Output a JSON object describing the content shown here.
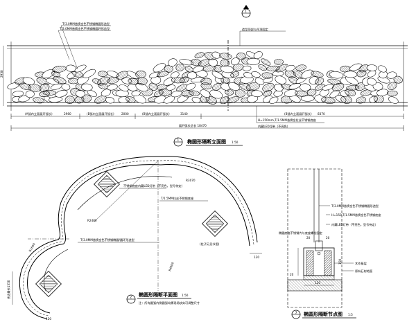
{
  "elevation": {
    "notes": [
      "T/3.0MM香槟金色不锈钢椭圆形造型",
      "T/3.0MM香槟金色不锈钢椭圆环形造型",
      "造型顶部与吊顶固定"
    ],
    "height_dim": "2930",
    "segments": [
      {
        "label": "(A弧内立面展开弧长)",
        "value": "2960"
      },
      {
        "label": "(B弧内立面展开弧长)",
        "value": "2000"
      },
      {
        "label": "(B弧内立面展开弧长)",
        "value": "3140"
      },
      {
        "label": "(B弧内立面展开弧长)",
        "value": "8370"
      }
    ],
    "total": "展开弧长总长 18470",
    "base_note": "H=150mm,T/1.5MM香槟金拉丝不锈钢底座",
    "led_note": "内藏LED灯带（不亮色）",
    "title": "椭圆形隔断立面图",
    "scale": "1:50",
    "mark": "1"
  },
  "plan": {
    "labels": [
      "不锈钢底座内藏LED灯带（不亮色，型号待定）",
      "T/1.5MM拉丝不锈钢底座",
      "T/3.0MM香槟金色不锈钢椭圆/圆环形造型",
      "(柱子另见节图)"
    ],
    "radii": [
      "R3070",
      "R2480",
      "R1600",
      "R4800"
    ],
    "width_dims": [
      "120",
      "120"
    ],
    "side_dim": "底边最长1350",
    "title": "椭圆形隔断平面图",
    "scale": "1:50",
    "note": "注：所有圆弧内侧圆弧均需现场核实可调整尺寸",
    "mark": "2"
  },
  "detail": {
    "labels": [
      "T/3.0MM香槟金色不锈钢椭圆形造型",
      "H=150,T/1.5MM香槟金色不锈钢底座",
      "内藏LED灯带（不亮色，型号待定）",
      "椭圆底座不锈钢片与底座螺栓固定",
      "木作基层",
      "原有石材地面"
    ],
    "dims": [
      "20",
      "20",
      "150",
      "120",
      "20"
    ],
    "title": "椭圆形隔断节点图",
    "scale": "1:5",
    "mark": "3"
  },
  "section_mark": "1"
}
